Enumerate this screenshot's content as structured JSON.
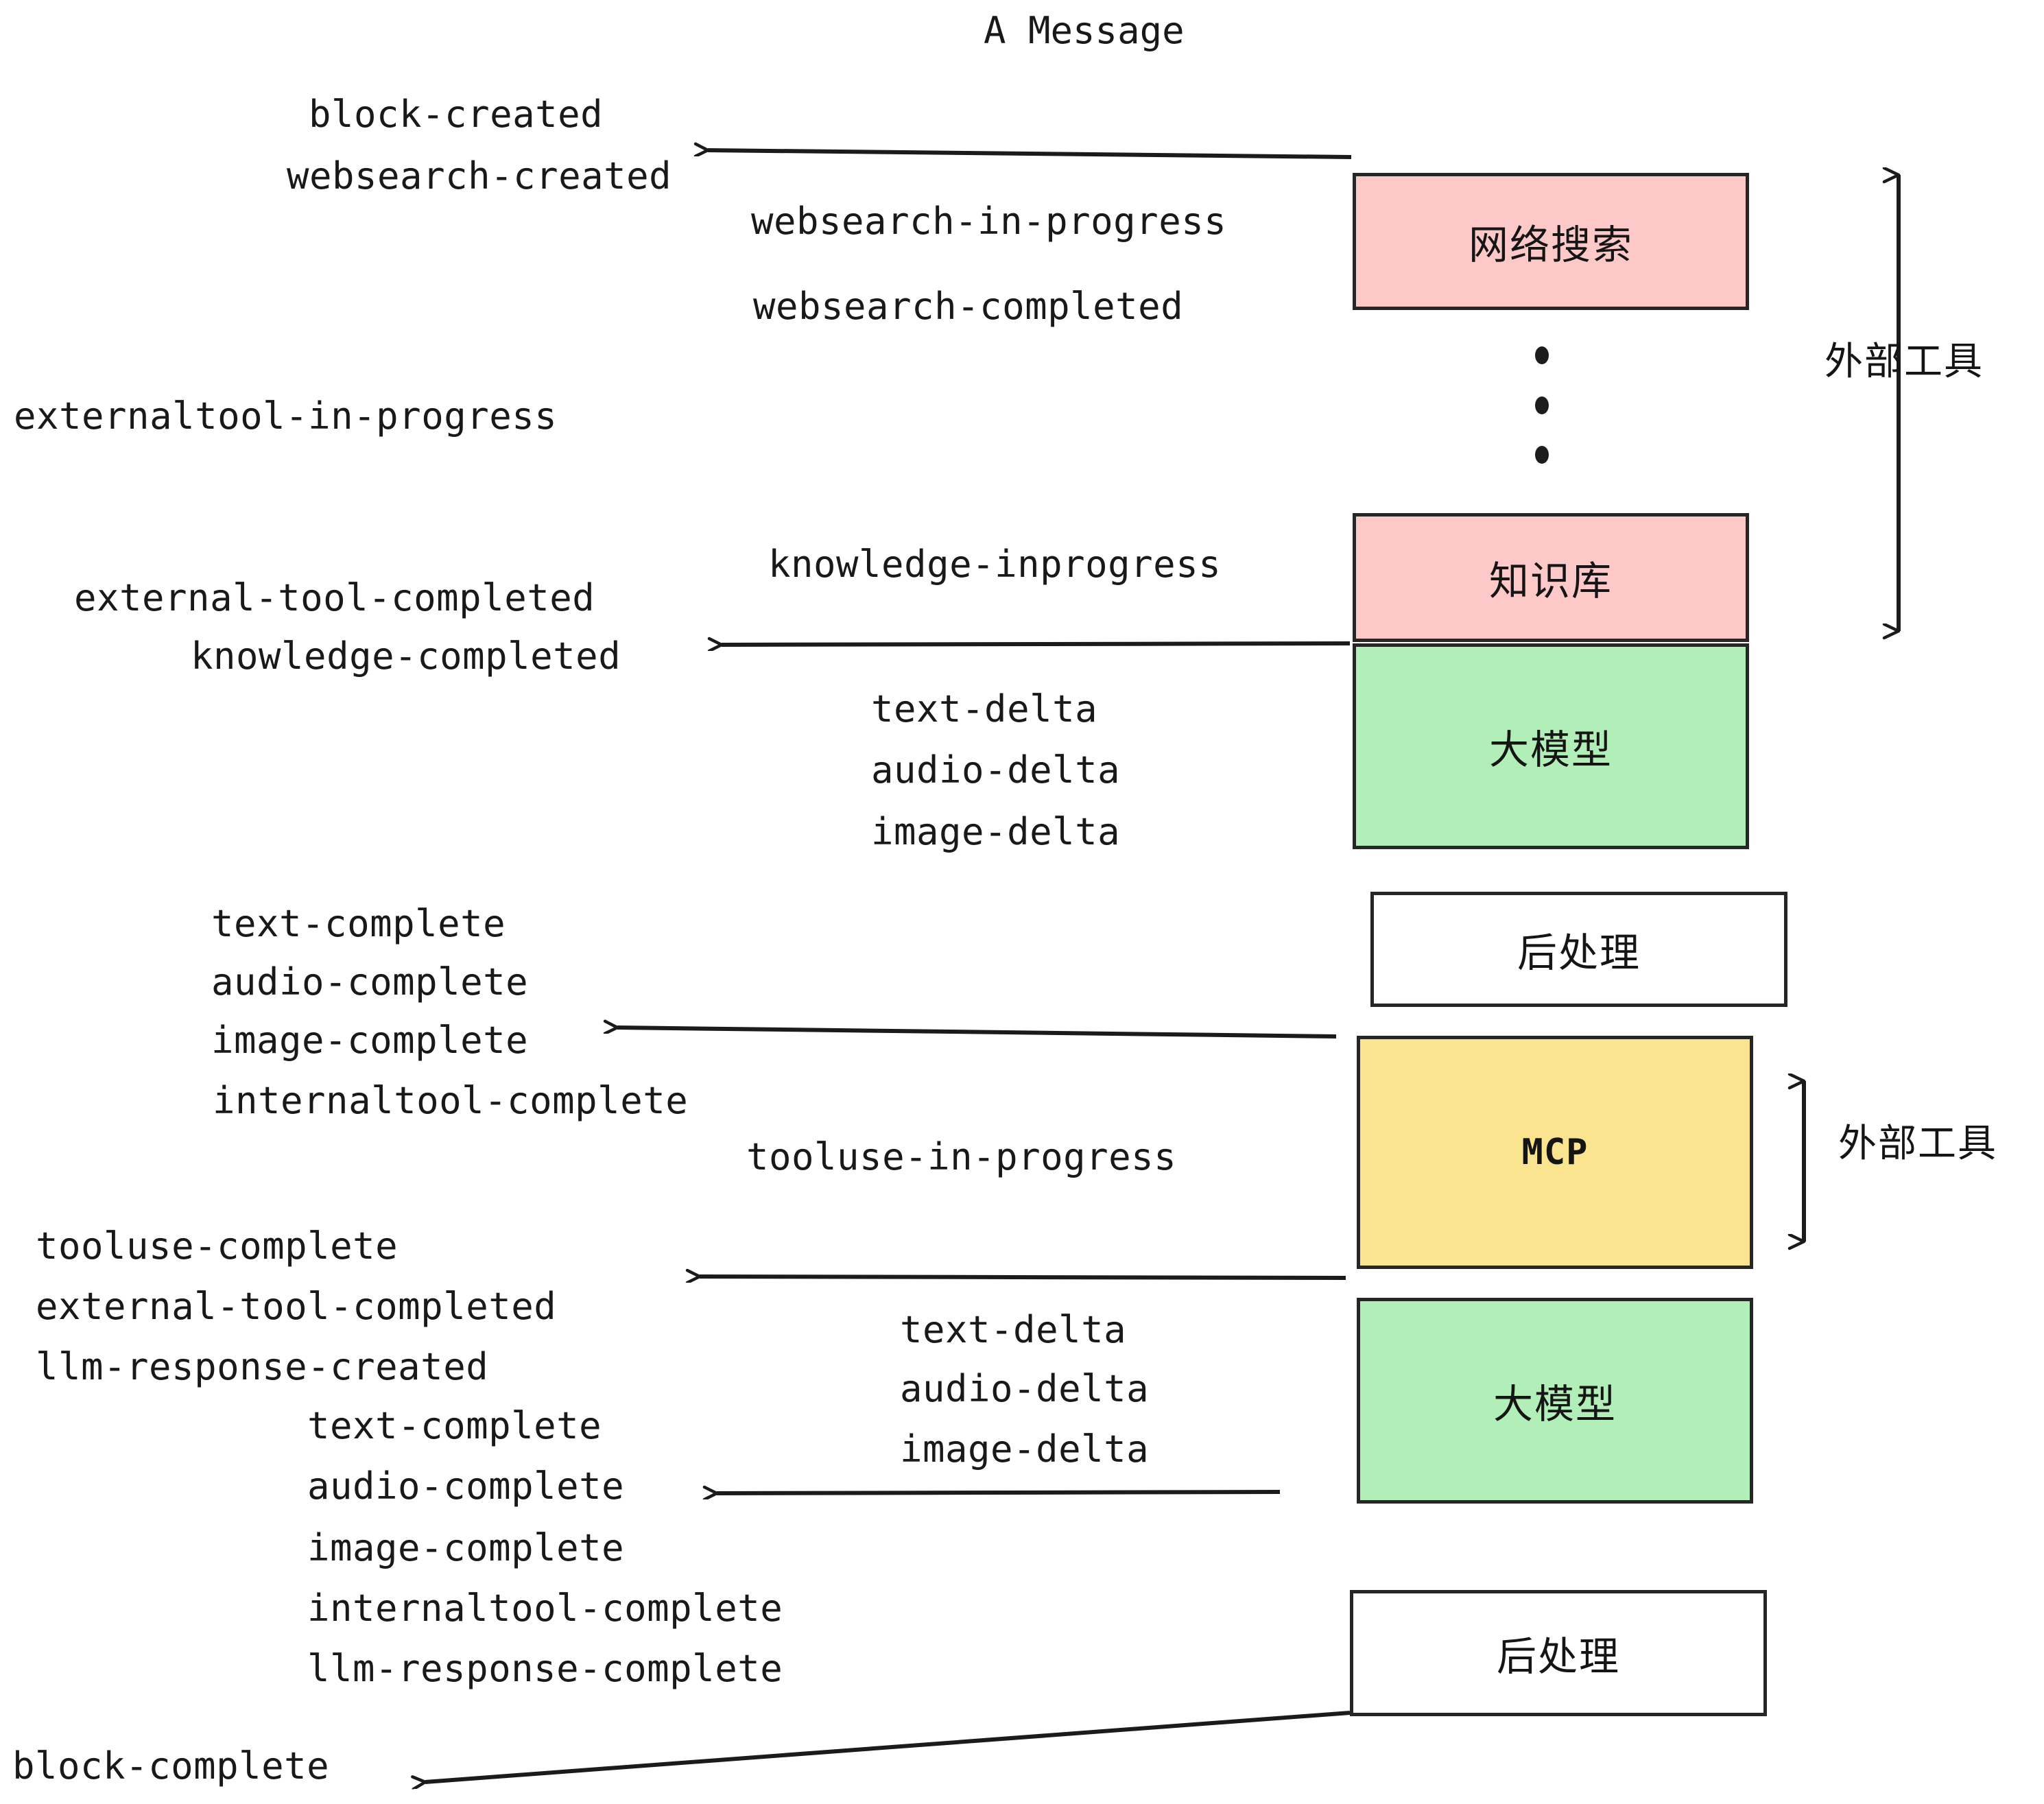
{
  "title": "A Message",
  "colors": {
    "pink": "#FDC8C8",
    "green": "#B2EFB8",
    "yellow": "#FAE48F",
    "white": "#FFFFFF",
    "stroke": "#262626",
    "text": "#19191b"
  },
  "nodes": {
    "websearch": "网络搜索",
    "knowledge": "知识库",
    "llm_top": "大模型",
    "postprocess_top": "后处理",
    "mcp": "MCP",
    "llm_bottom": "大模型",
    "postprocess_bottom": "后处理"
  },
  "side_labels": {
    "external_tools_top": "外部工具",
    "external_tools_bottom": "外部工具"
  },
  "events": {
    "block_created": "block-created",
    "websearch_created": "websearch-created",
    "websearch_in_progress": "websearch-in-progress",
    "websearch_completed": "websearch-completed",
    "externaltool_in_progress": "externaltool-in-progress",
    "knowledge_inprogress": "knowledge-inprogress",
    "external_tool_completed_1": "external-tool-completed",
    "knowledge_completed": "knowledge-completed",
    "text_delta_1": "text-delta",
    "audio_delta_1": "audio-delta",
    "image_delta_1": "image-delta",
    "text_complete_1": "text-complete",
    "audio_complete_1": "audio-complete",
    "image_complete_1": "image-complete",
    "internaltool_complete_1": "internaltool-complete",
    "tooluse_in_progress": "tooluse-in-progress",
    "tooluse_complete": "tooluse-complete",
    "external_tool_completed_2": "external-tool-completed",
    "llm_response_created": "llm-response-created",
    "text_delta_2": "text-delta",
    "audio_delta_2": "audio-delta",
    "image_delta_2": "image-delta",
    "text_complete_2": "text-complete",
    "audio_complete_2": "audio-complete",
    "image_complete_2": "image-complete",
    "internaltool_complete_2": "internaltool-complete",
    "llm_response_complete": "llm-response-complete",
    "block_complete": "block-complete"
  }
}
